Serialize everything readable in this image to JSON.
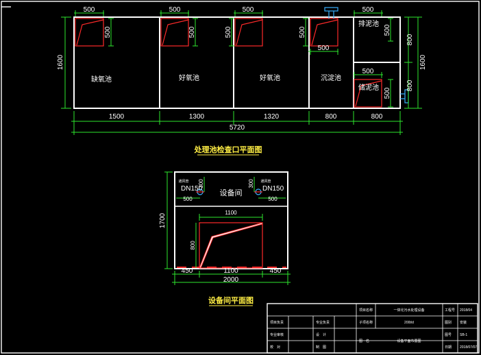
{
  "plan1": {
    "title": "处理池检查口平面图",
    "rooms": [
      "缺氧池",
      "好氧池",
      "好氧池",
      "沉淀池",
      "排泥池",
      "储泥池"
    ],
    "hatch_dims": [
      "500",
      "500",
      "500",
      "500",
      "500",
      "500",
      "500",
      "500",
      "500",
      "500",
      "500",
      "500",
      "500"
    ],
    "bottom_dims": [
      "1500",
      "1300",
      "1320",
      "800",
      "800"
    ],
    "total_dim": "5720",
    "left_height": "1600",
    "right_height": "1600",
    "right_sub_top": "800",
    "right_sub_bottom": "800"
  },
  "plan2": {
    "title": "设备间平面图",
    "room_label": "设备间",
    "left_pipe_name": "通风管",
    "left_pipe_size": "DN150",
    "right_pipe_name": "通风管",
    "right_pipe_size": "DN150",
    "left_offset": "500",
    "right_offset": "500",
    "left_vert": "300",
    "right_vert": "300",
    "inner_width": "1100",
    "inner_height": "800",
    "left_height": "1700",
    "bottom_dims": [
      "450",
      "1100",
      "450"
    ],
    "total_dim": "2000"
  },
  "title_block": {
    "project_name_label": "项目名称",
    "project_name_value": "一体化污水处理设备",
    "sub_item_label": "子项名称",
    "sub_item_value": "200t/d",
    "approve_label": "项目负责",
    "approve_value": "专业负责",
    "check_label": "专业审核",
    "check_value": "设　计",
    "proofread_label": "校　对",
    "proofread_value": "制　图",
    "drawing_name_label": "图　名",
    "drawing_name_value": "设备平面布置图",
    "col4": [
      {
        "label": "工程号",
        "value": "2018/04"
      },
      {
        "label": "图别",
        "value": "安装"
      },
      {
        "label": "图号",
        "value": "SB-1"
      },
      {
        "label": "日期",
        "value": "2018/07/07"
      }
    ]
  }
}
